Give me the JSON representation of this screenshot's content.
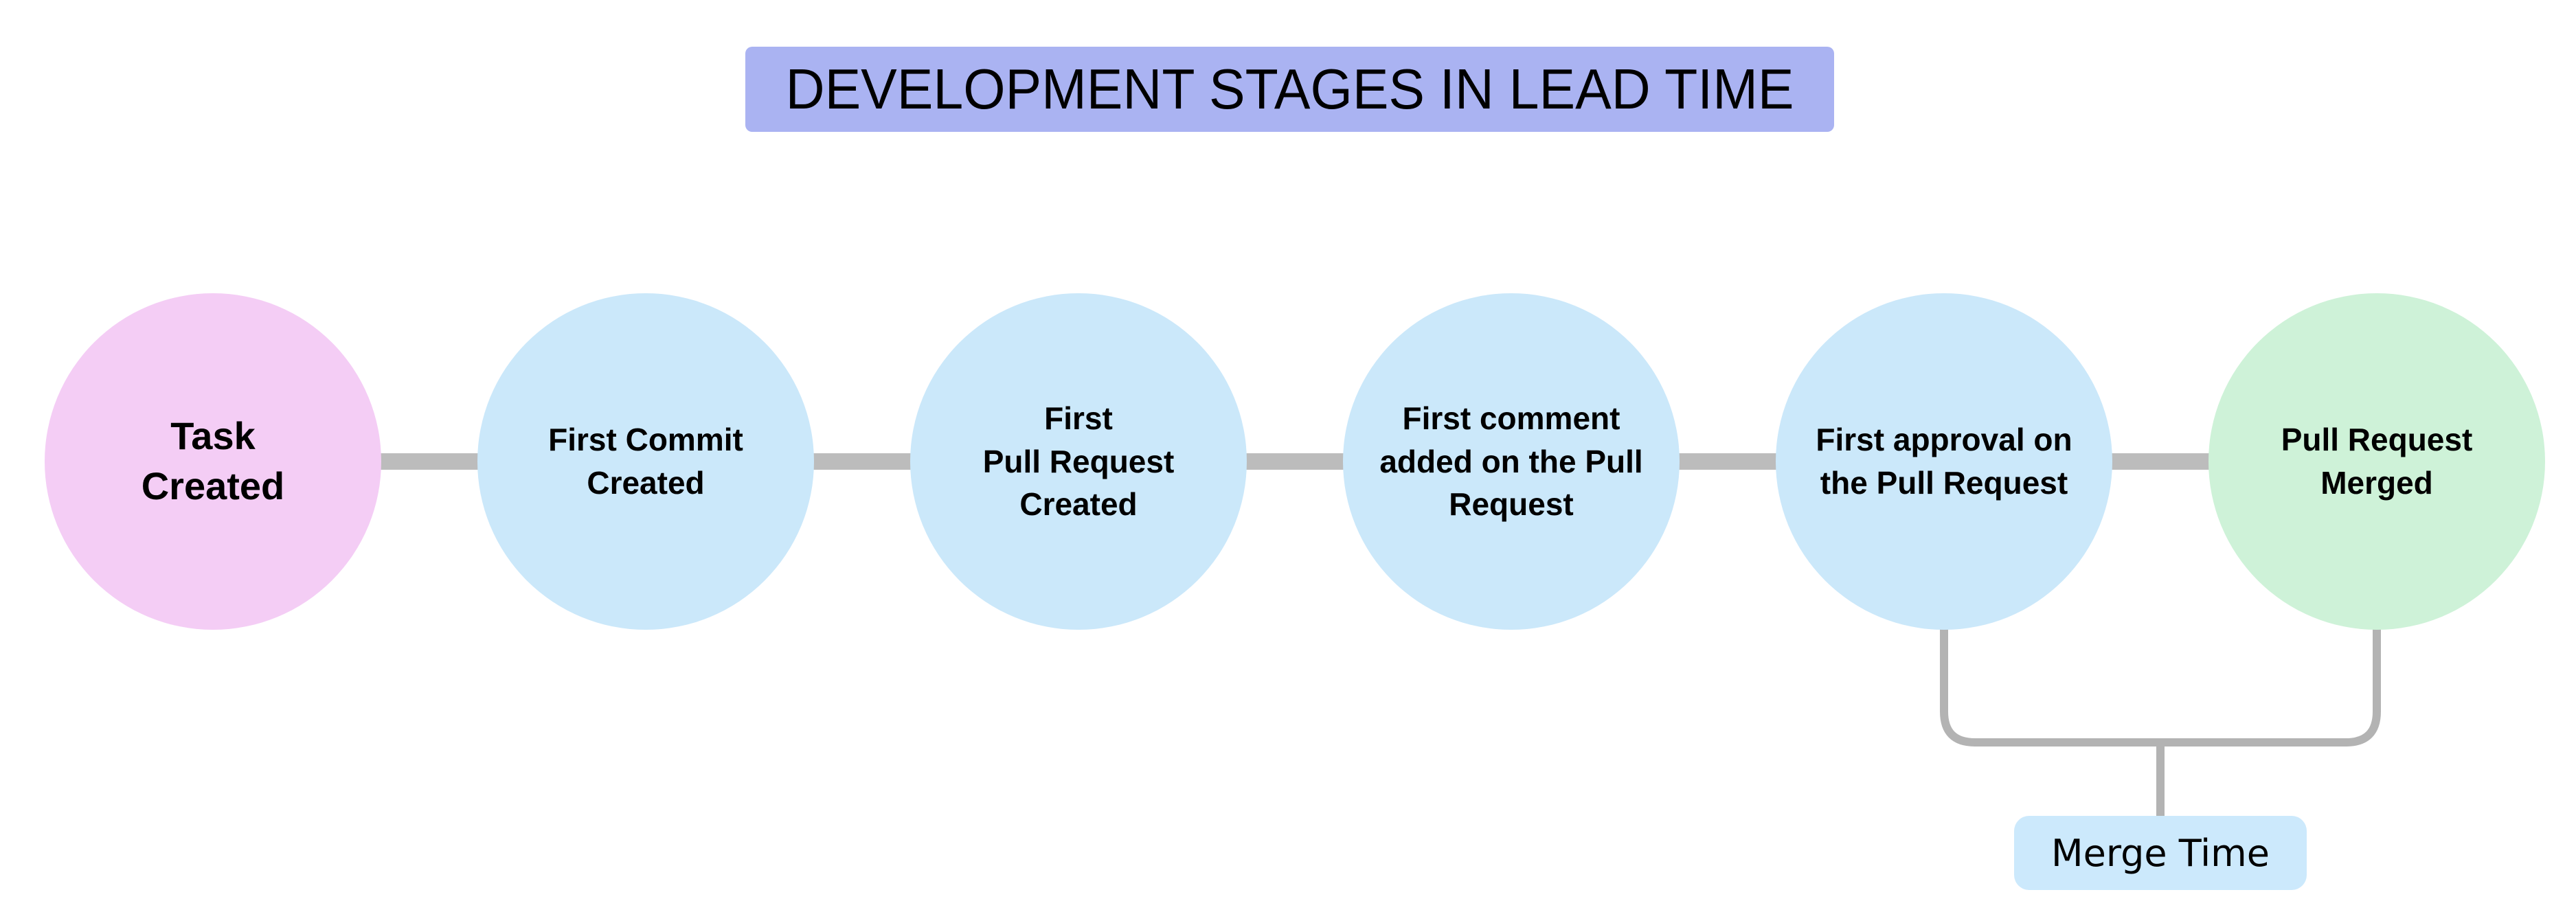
{
  "title": {
    "text": "DEVELOPMENT STAGES IN LEAD TIME",
    "bg_color": "#aab3f2"
  },
  "stages": [
    {
      "label": "Task\nCreated",
      "color": "#f4cdf5"
    },
    {
      "label": "First Commit\nCreated",
      "color": "#cbe8fa"
    },
    {
      "label": "First\nPull Request\nCreated",
      "color": "#cbe8fa"
    },
    {
      "label": "First comment\nadded on the Pull\nRequest",
      "color": "#cbe8fa"
    },
    {
      "label": "First approval on\nthe Pull Request",
      "color": "#cbe8fa"
    },
    {
      "label": "Pull Request\nMerged",
      "color": "#cef2d8"
    }
  ],
  "connector_color": "#bcbcbc",
  "bracket": {
    "color": "#b3b3b3",
    "label": "Merge Time",
    "label_bg": "#cce9fc"
  }
}
